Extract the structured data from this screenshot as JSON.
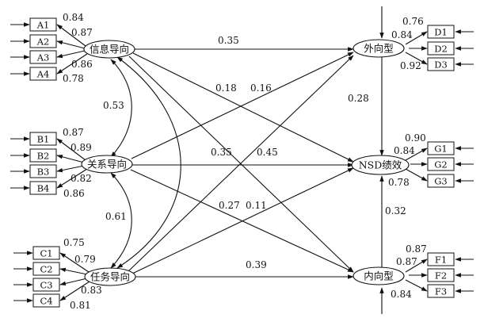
{
  "latent": {
    "info": "信息导向",
    "relation": "关系导向",
    "task": "任务导向",
    "external": "外向型",
    "nsd": "NSD绩效",
    "internal": "内向型"
  },
  "items": {
    "A": [
      "A1",
      "A2",
      "A3",
      "A4"
    ],
    "B": [
      "B1",
      "B2",
      "B3",
      "B4"
    ],
    "C": [
      "C1",
      "C2",
      "C3",
      "C4"
    ],
    "D": [
      "D1",
      "D2",
      "D3"
    ],
    "G": [
      "G1",
      "G2",
      "G3"
    ],
    "F": [
      "F1",
      "F2",
      "F3"
    ]
  },
  "loadings": {
    "A": [
      "0.84",
      "0.87",
      "0.86",
      "0.78"
    ],
    "B": [
      "0.87",
      "0.89",
      "0.82",
      "0.86"
    ],
    "C": [
      "0.75",
      "0.79",
      "0.83",
      "0.81"
    ],
    "D": [
      "0.76",
      "0.84",
      "0.92"
    ],
    "G": [
      "0.90",
      "0.84",
      "0.78"
    ],
    "F": [
      "0.87",
      "0.87",
      "0.84"
    ]
  },
  "correlations": {
    "info_relation": "0.53",
    "relation_task": "0.61"
  },
  "paths": {
    "info_external": "0.35",
    "info_nsd": "0.18",
    "relation_external": "0.16",
    "relation_nsd": "0.35",
    "task_external": "0.45",
    "task_nsd": "0.11",
    "relation_internal": "0.27",
    "task_internal": "0.39",
    "external_nsd": "0.28",
    "internal_nsd": "0.32"
  }
}
